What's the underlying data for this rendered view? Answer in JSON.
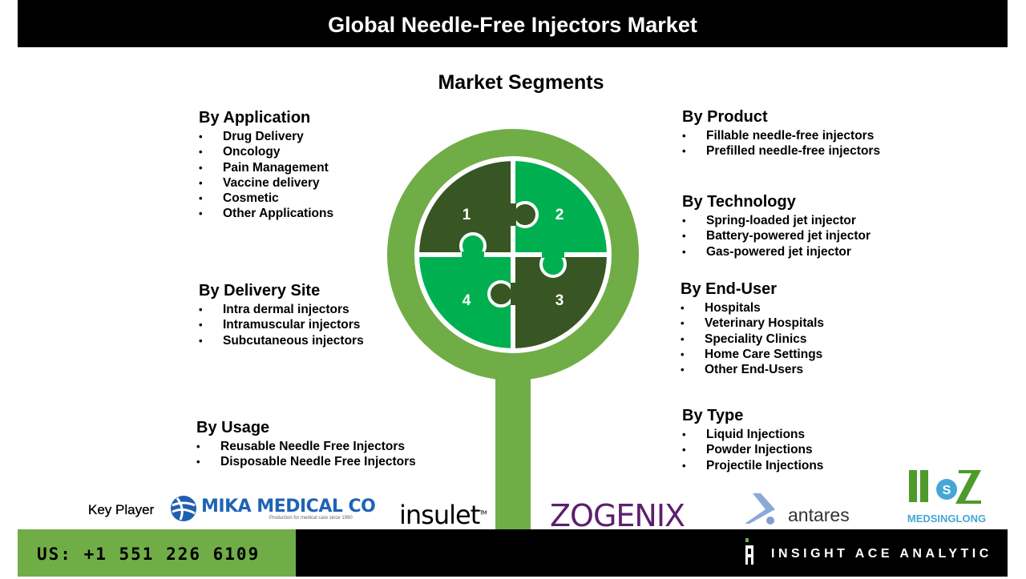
{
  "header": {
    "title": "Global Needle-Free Injectors Market"
  },
  "subtitle": "Market Segments",
  "puzzle": {
    "pieces": [
      "1",
      "2",
      "3",
      "4"
    ],
    "colors": {
      "ring": "#70ad47",
      "dark": "#375623",
      "bright": "#00b050"
    }
  },
  "segments": {
    "application": {
      "title": "By Application",
      "items": [
        "Drug Delivery",
        "Oncology",
        "Pain Management",
        "Vaccine delivery",
        "Cosmetic",
        "Other Applications"
      ]
    },
    "delivery_site": {
      "title": "By Delivery Site",
      "items": [
        "Intra dermal injectors",
        "Intramuscular injectors",
        "Subcutaneous injectors"
      ]
    },
    "usage": {
      "title": "By Usage",
      "items": [
        "Reusable Needle Free Injectors",
        "Disposable Needle Free Injectors"
      ]
    },
    "product": {
      "title": "By Product",
      "items": [
        "Fillable needle-free injectors",
        "Prefilled needle-free injectors"
      ]
    },
    "technology": {
      "title": "By Technology",
      "items": [
        "Spring-loaded jet injector",
        "Battery-powered jet injector",
        "Gas-powered jet injector"
      ]
    },
    "end_user": {
      "title": "By End-User",
      "items": [
        "Hospitals",
        "Veterinary Hospitals",
        "Speciality Clinics",
        "Home Care Settings",
        "Other End-Users"
      ]
    },
    "type": {
      "title": "By Type",
      "items": [
        "Liquid Injections",
        "Powder Injections",
        "Projectile Injections"
      ]
    }
  },
  "key_players": {
    "label": "Key Player",
    "logos": [
      "MIKA MEDICAL CO",
      "Production for medical care since 1990",
      "insulet",
      "TM",
      "ZOGENIX",
      "antares",
      "MEDSINGLONG"
    ]
  },
  "footer": {
    "phone": "US: +1 551 226 6109",
    "brand": "INSIGHT ACE ANALYTIC"
  }
}
